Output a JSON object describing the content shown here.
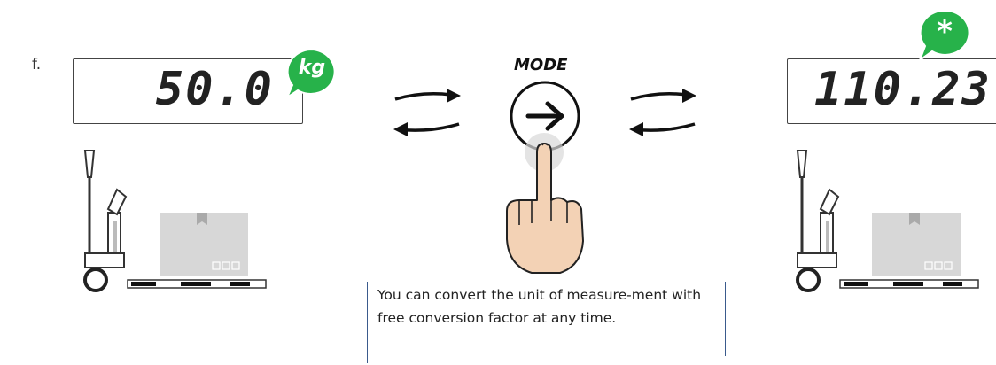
{
  "step": "f.",
  "left_display": {
    "value": "50.0",
    "unit_badge": "kg"
  },
  "right_display": {
    "value": "110.23",
    "unit_badge": "*"
  },
  "mode_button": {
    "label": "MODE",
    "icon": "arrow-right-icon"
  },
  "caption": "You can convert the unit of measure-ment with free conversion factor at any time.",
  "colors": {
    "badge_green": "#27b24a",
    "rule_blue": "#3a5a8c",
    "skin": "#f3d2b5",
    "box": "#d7d7d7"
  }
}
